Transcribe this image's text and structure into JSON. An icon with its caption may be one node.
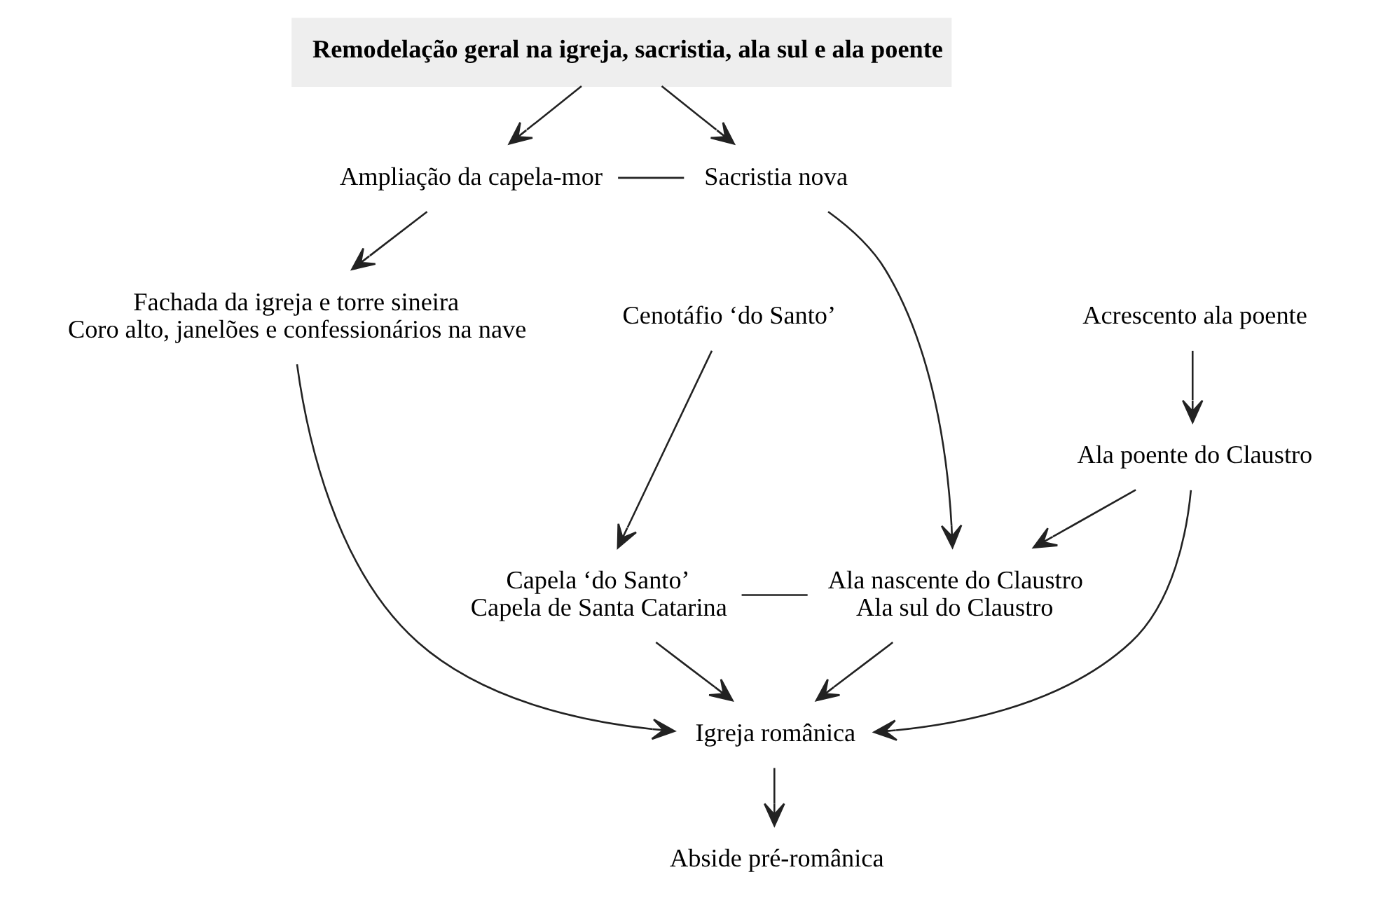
{
  "diagram": {
    "nodes": [
      {
        "text": [
          "Remodelação geral na igreja, sacristia, ala sul e ala poente"
        ]
      },
      {
        "text": [
          "Ampliação da capela-mor"
        ]
      },
      {
        "text": [
          "Sacristia nova"
        ]
      },
      {
        "text": [
          "Cenotáfio ‘do Santo’"
        ]
      },
      {
        "text": [
          "Fachada da igreja e torre sineira",
          "Coro alto, janelões e confessionários na nave"
        ]
      },
      {
        "text": [
          "Acrescento ala poente"
        ]
      },
      {
        "text": [
          "Ala poente do Claustro"
        ]
      },
      {
        "text": [
          "Capela ‘do Santo’",
          "Capela de Santa Catarina"
        ]
      },
      {
        "text": [
          "Ala nascente do Claustro",
          "Ala sul do Claustro"
        ]
      },
      {
        "text": [
          "Igreja românica"
        ]
      },
      {
        "text": [
          "Abside pré-românica"
        ]
      }
    ],
    "edges": [
      {
        "from": 0,
        "to": 1,
        "arrow": "to"
      },
      {
        "from": 0,
        "to": 2,
        "arrow": "to"
      },
      {
        "from": 1,
        "to": 2,
        "arrow": "none"
      },
      {
        "from": 1,
        "to": 4,
        "arrow": "to"
      },
      {
        "from": 3,
        "to": 7,
        "arrow": "to"
      },
      {
        "from": 4,
        "to": 9,
        "arrow": "to"
      },
      {
        "from": 6,
        "to": 9,
        "arrow": "to"
      },
      {
        "from": 5,
        "to": 6,
        "arrow": "to"
      },
      {
        "from": 6,
        "to": 8,
        "arrow": "to"
      },
      {
        "from": 2,
        "to": 8,
        "arrow": "to"
      },
      {
        "from": 7,
        "to": 8,
        "arrow": "none"
      },
      {
        "from": 7,
        "to": 9,
        "arrow": "to"
      },
      {
        "from": 8,
        "to": 9,
        "arrow": "to"
      },
      {
        "from": 9,
        "to": 10,
        "arrow": "to"
      }
    ]
  }
}
